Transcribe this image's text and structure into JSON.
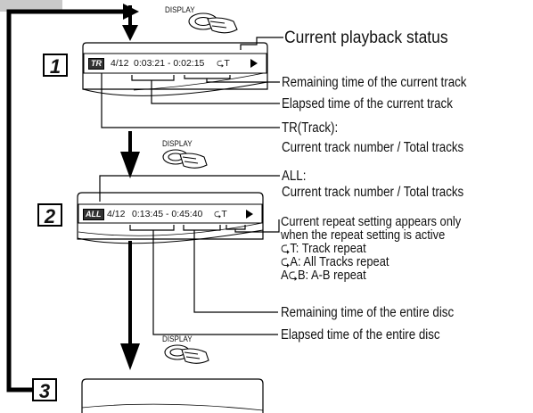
{
  "steps": [
    "1",
    "2",
    "3"
  ],
  "display_button_label": "DISPLAY",
  "screen1": {
    "badge": "TR",
    "track": "4/12",
    "time": "0:03:21 - 0:02:15",
    "repeat": "T",
    "play_icon": "play-icon"
  },
  "screen2": {
    "badge": "ALL",
    "track": "4/12",
    "time": "0:13:45 - 0:45:40",
    "repeat": "T",
    "play_icon": "play-icon"
  },
  "callouts": {
    "current_status": "Current playback status",
    "remaining_track": "Remaining time of the current track",
    "elapsed_track": "Elapsed time of the current track",
    "tr_title": "TR(Track):",
    "tr_desc": "Current track number / Total tracks",
    "all_title": "ALL:",
    "all_desc": "Current track number / Total tracks",
    "repeat_line1": "Current repeat setting appears only",
    "repeat_line2": "when the repeat setting is active",
    "repeat_t": "T: Track repeat",
    "repeat_a": "A: All Tracks repeat",
    "repeat_ab": "B: A-B repeat",
    "remaining_disc": "Remaining time of the entire disc",
    "elapsed_disc": "Elapsed time of the entire disc"
  }
}
